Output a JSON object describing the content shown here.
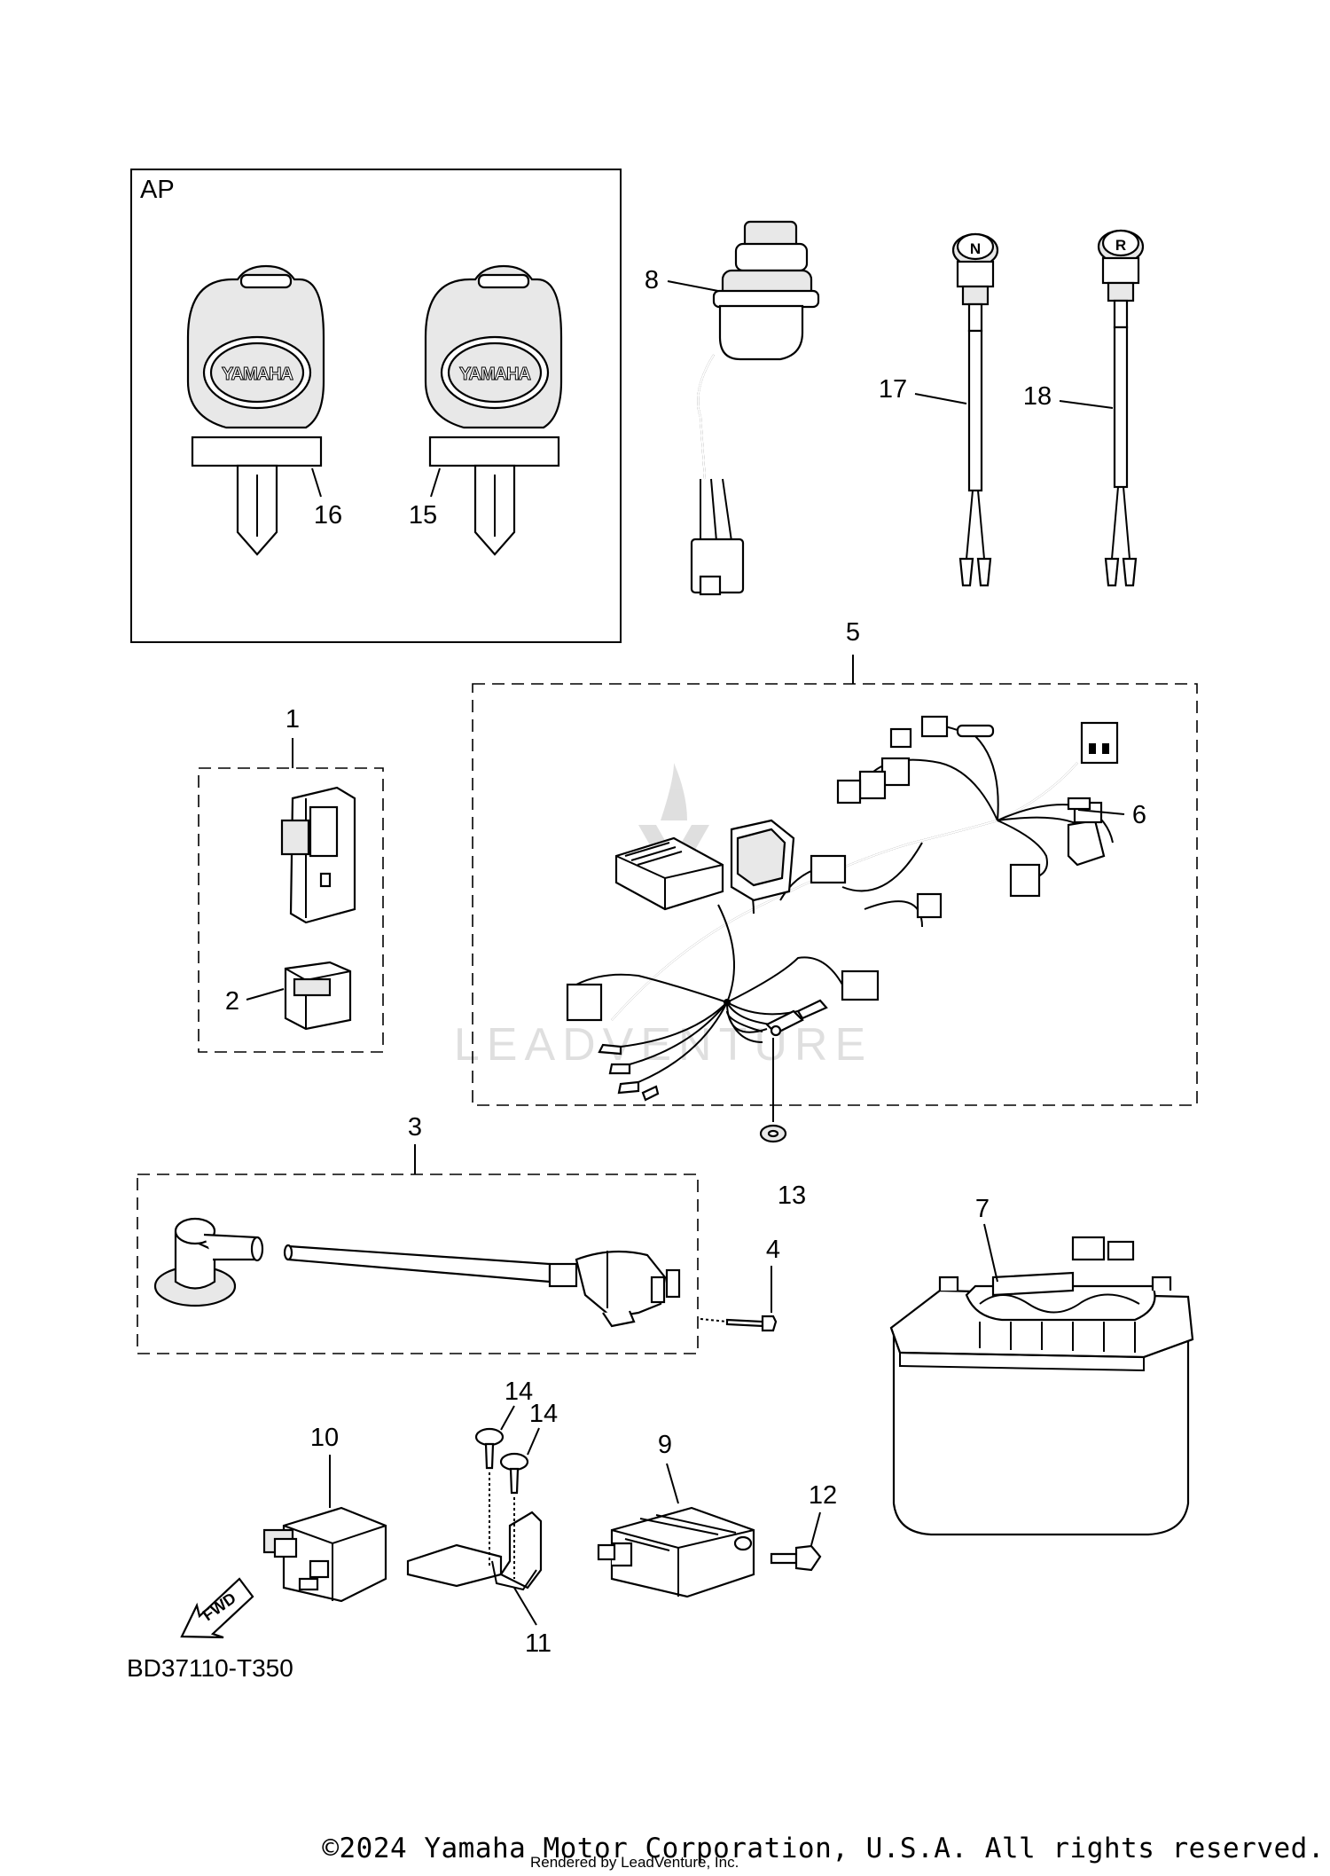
{
  "diagram": {
    "group_label": "AP",
    "key_brand": "YAMAHA",
    "switch_n_letter": "N",
    "switch_r_letter": "R",
    "fwd_label": "FWD",
    "diagram_code": "BD37110-T350",
    "watermark": "LEADVENTURE",
    "callouts": [
      {
        "id": "1",
        "name": "callout-1"
      },
      {
        "id": "2",
        "name": "callout-2"
      },
      {
        "id": "3",
        "name": "callout-3"
      },
      {
        "id": "4",
        "name": "callout-4"
      },
      {
        "id": "5",
        "name": "callout-5"
      },
      {
        "id": "6",
        "name": "callout-6"
      },
      {
        "id": "7",
        "name": "callout-7"
      },
      {
        "id": "8",
        "name": "callout-8"
      },
      {
        "id": "9",
        "name": "callout-9"
      },
      {
        "id": "10",
        "name": "callout-10"
      },
      {
        "id": "11",
        "name": "callout-11"
      },
      {
        "id": "12",
        "name": "callout-12"
      },
      {
        "id": "13",
        "name": "callout-13"
      },
      {
        "id": "14",
        "name": "callout-14a"
      },
      {
        "id": "14",
        "name": "callout-14b"
      },
      {
        "id": "15",
        "name": "callout-15"
      },
      {
        "id": "16",
        "name": "callout-16"
      },
      {
        "id": "17",
        "name": "callout-17"
      },
      {
        "id": "18",
        "name": "callout-18"
      }
    ]
  },
  "footer": {
    "copyright": "©2024 Yamaha Motor Corporation, U.S.A. All rights reserved.",
    "rendered_by": "Rendered by LeadVenture, Inc."
  }
}
